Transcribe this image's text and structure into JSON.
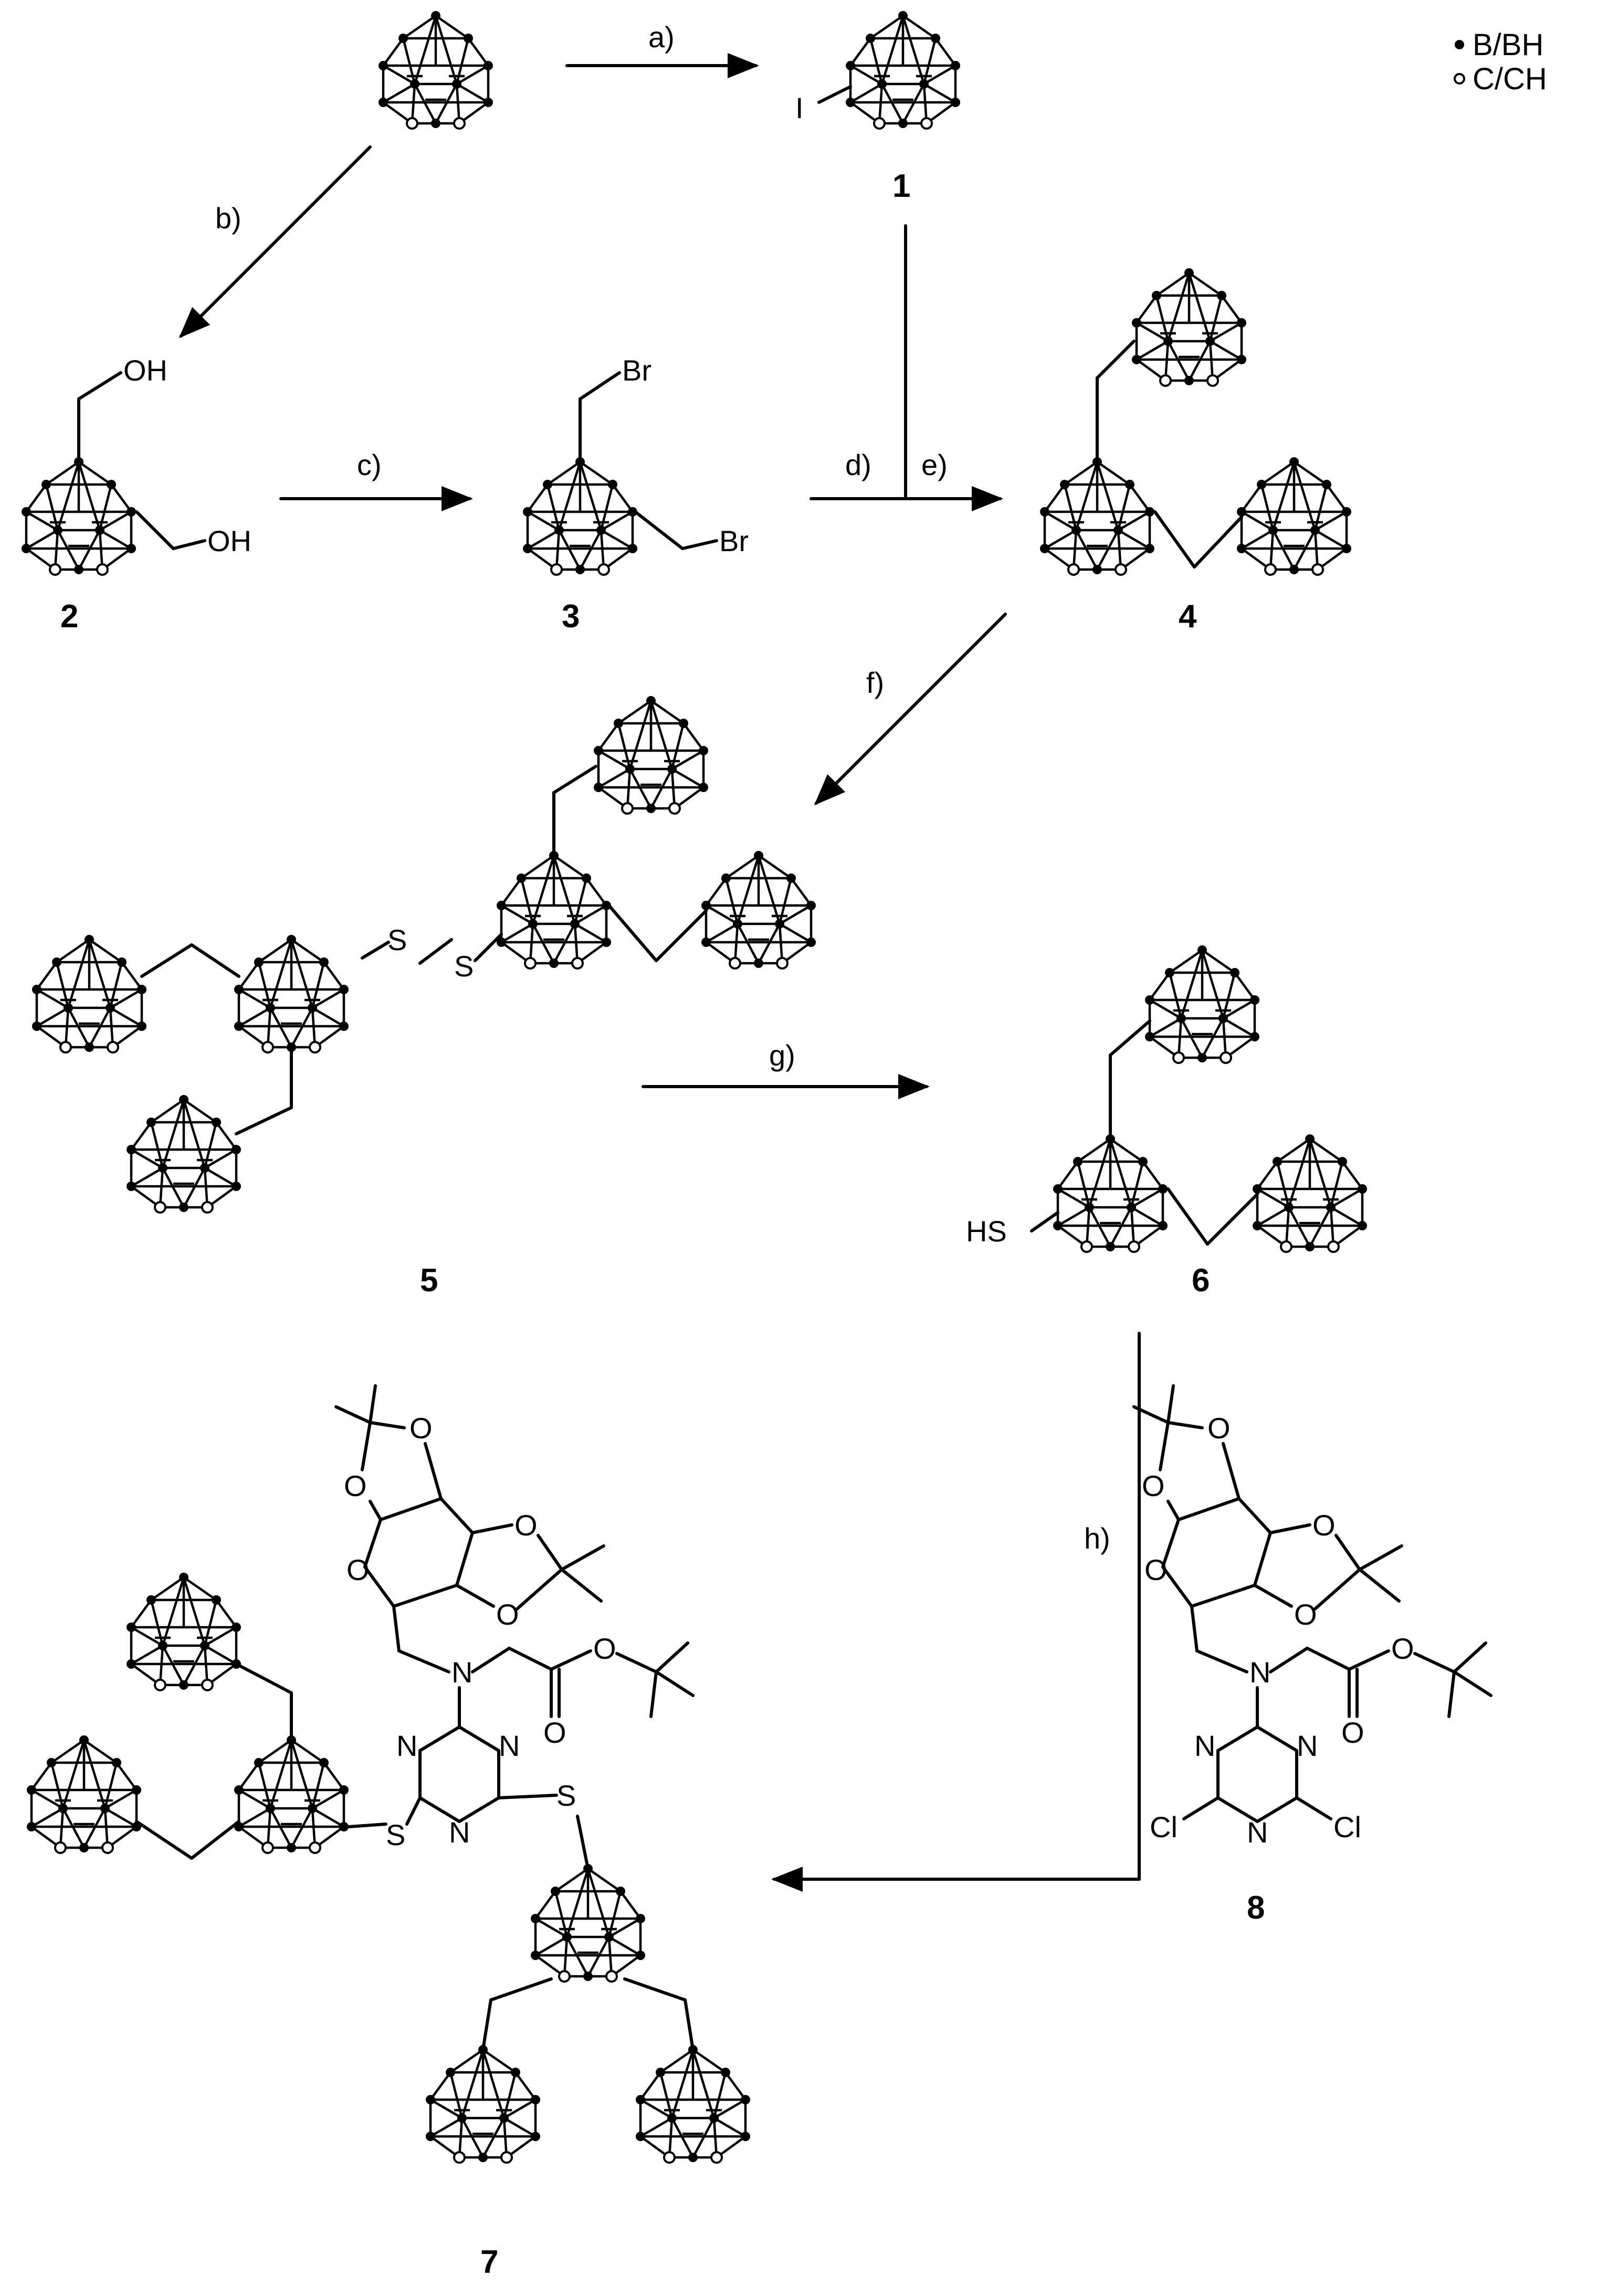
{
  "legend": {
    "boron": "B/BH",
    "carbon": "C/CH"
  },
  "steps": {
    "a": "a)",
    "b": "b)",
    "c": "c)",
    "d": "d)",
    "e": "e)",
    "f": "f)",
    "g": "g)",
    "h": "h)"
  },
  "compounds": {
    "c1": "1",
    "c2": "2",
    "c3": "3",
    "c4": "4",
    "c5": "5",
    "c6": "6",
    "c7": "7",
    "c8": "8"
  },
  "atoms": {
    "iodine": "I",
    "hydroxyl": "OH",
    "bromine": "Br",
    "sulfur": "S",
    "thiol": "HS",
    "oxygen": "O",
    "nitrogen": "N",
    "chlorine": "Cl"
  }
}
